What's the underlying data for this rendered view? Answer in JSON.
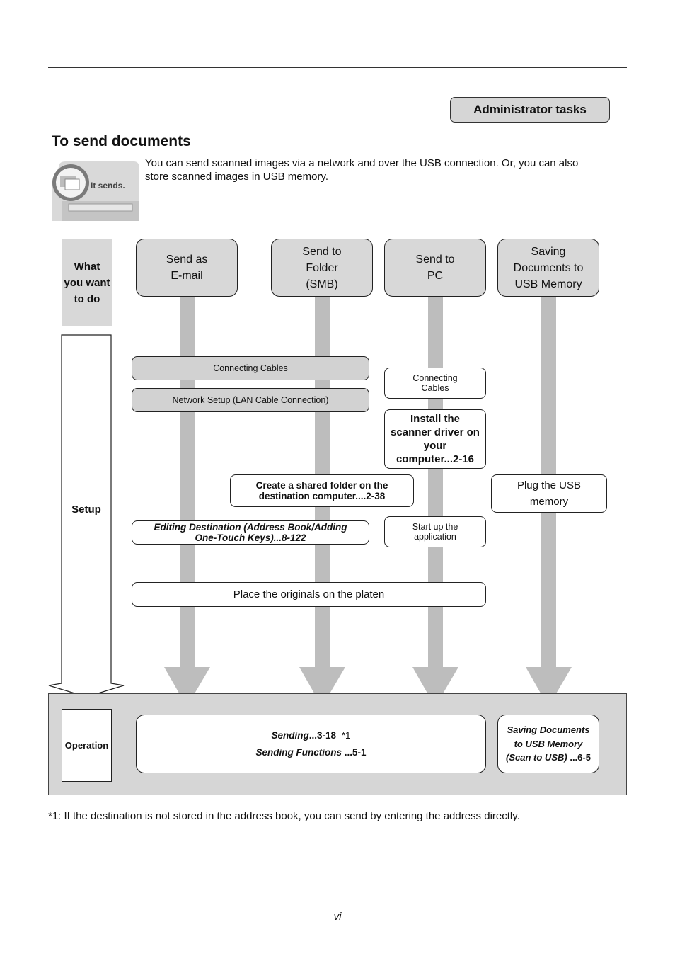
{
  "header": {
    "badge": "Administrator tasks"
  },
  "section": {
    "title": "To send documents",
    "intro": "You can send scanned images via a network and over the USB connection. Or, you can also store scanned images in USB memory.",
    "icon_text": "It sends."
  },
  "flow": {
    "side_what": "What you want to do",
    "side_setup": "Setup",
    "side_operation": "Operation",
    "columns": [
      "Send as E-mail",
      "Send to Folder (SMB)",
      "Send to PC",
      "Saving Documents to USB Memory"
    ],
    "connecting_cables": "Connecting Cables",
    "network_setup": "Network Setup (LAN Cable Connection)",
    "pc_connecting_cables": "Connecting Cables",
    "install_driver": "Install the scanner driver on your computer...2-16",
    "shared_folder": "Create a shared folder on the destination computer....2-38",
    "plug_usb": "Plug the USB memory",
    "editing_destination": "Editing Destination (Address Book/Adding One-Touch Keys)...8-122",
    "start_app": "Start up the application",
    "place_originals": "Place the originals on the platen",
    "op_sending_a": "Sending",
    "op_sending_b": "...3-18",
    "op_sending_note": "*1",
    "op_functions_a": "Sending Functions",
    "op_functions_b": "...5-1",
    "op_usb_a": "Saving Documents to USB Memory (Scan to USB)",
    "op_usb_b": "...6-5"
  },
  "footnote": "*1: If the destination is not stored in the address book, you can send by entering the address directly.",
  "footer": {
    "page": "vi"
  },
  "colors": {
    "bar": "#bdbdbd",
    "box_gray": "#d2d2d2",
    "band": "#d6d6d6"
  }
}
